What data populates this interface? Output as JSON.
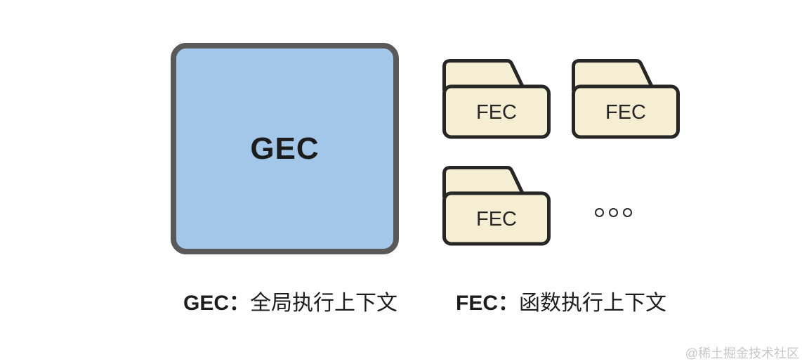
{
  "canvas": {
    "background_color": "#ffffff"
  },
  "diagram": {
    "gec_box": {
      "label": "GEC",
      "fill_color": "#a2c7e8",
      "border_color": "#595959",
      "text_color": "#1c1c1c"
    },
    "folders": [
      {
        "label": "FEC"
      },
      {
        "label": "FEC"
      },
      {
        "label": "FEC"
      }
    ],
    "folder_style": {
      "fill_color": "#f5eed2",
      "border_color": "#262626",
      "text_color": "#262626"
    },
    "ellipsis": {
      "dot_count": 3,
      "dot_color": "#2a2a2a"
    }
  },
  "legend": {
    "gec": {
      "term": "GEC：",
      "definition": "全局执行上下文"
    },
    "fec": {
      "term": "FEC：",
      "definition": "函数执行上下文"
    }
  },
  "watermark": {
    "text": "@稀土掘金技术社区",
    "color": "#c7c7c7"
  }
}
